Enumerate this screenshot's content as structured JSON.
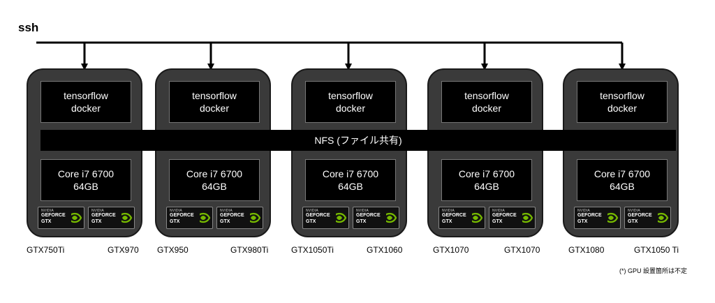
{
  "title": "ssh",
  "nfs_label": "NFS (ファイル共有)",
  "footnote": "(*) GPU 設置箇所は不定",
  "badge": {
    "brand": "NVIDIA",
    "line1": "GEFORCE",
    "line2": "GTX",
    "icon": "nvidia-eye-logo",
    "accent_color": "#76b900"
  },
  "colors": {
    "node_fill": "#3a3a3a",
    "box_fill": "#000000",
    "line": "#000000"
  },
  "nodes": [
    {
      "top_line1": "tensorflow",
      "top_line2": "docker",
      "bottom_line1": "Core i7 6700",
      "bottom_line2": "64GB",
      "gpus": [
        "GTX750Ti",
        "GTX970"
      ]
    },
    {
      "top_line1": "tensorflow",
      "top_line2": "docker",
      "bottom_line1": "Core i7 6700",
      "bottom_line2": "64GB",
      "gpus": [
        "GTX950",
        "GTX980Ti"
      ]
    },
    {
      "top_line1": "tensorflow",
      "top_line2": "docker",
      "bottom_line1": "Core i7 6700",
      "bottom_line2": "64GB",
      "gpus": [
        "GTX1050Ti",
        "GTX1060"
      ]
    },
    {
      "top_line1": "tensorflow",
      "top_line2": "docker",
      "bottom_line1": "Core i7 6700",
      "bottom_line2": "64GB",
      "gpus": [
        "GTX1070",
        "GTX1070"
      ]
    },
    {
      "top_line1": "tensorflow",
      "top_line2": "docker",
      "bottom_line1": "Core i7 6700",
      "bottom_line2": "64GB",
      "gpus": [
        "GTX1080",
        "GTX1050 Ti"
      ]
    }
  ]
}
